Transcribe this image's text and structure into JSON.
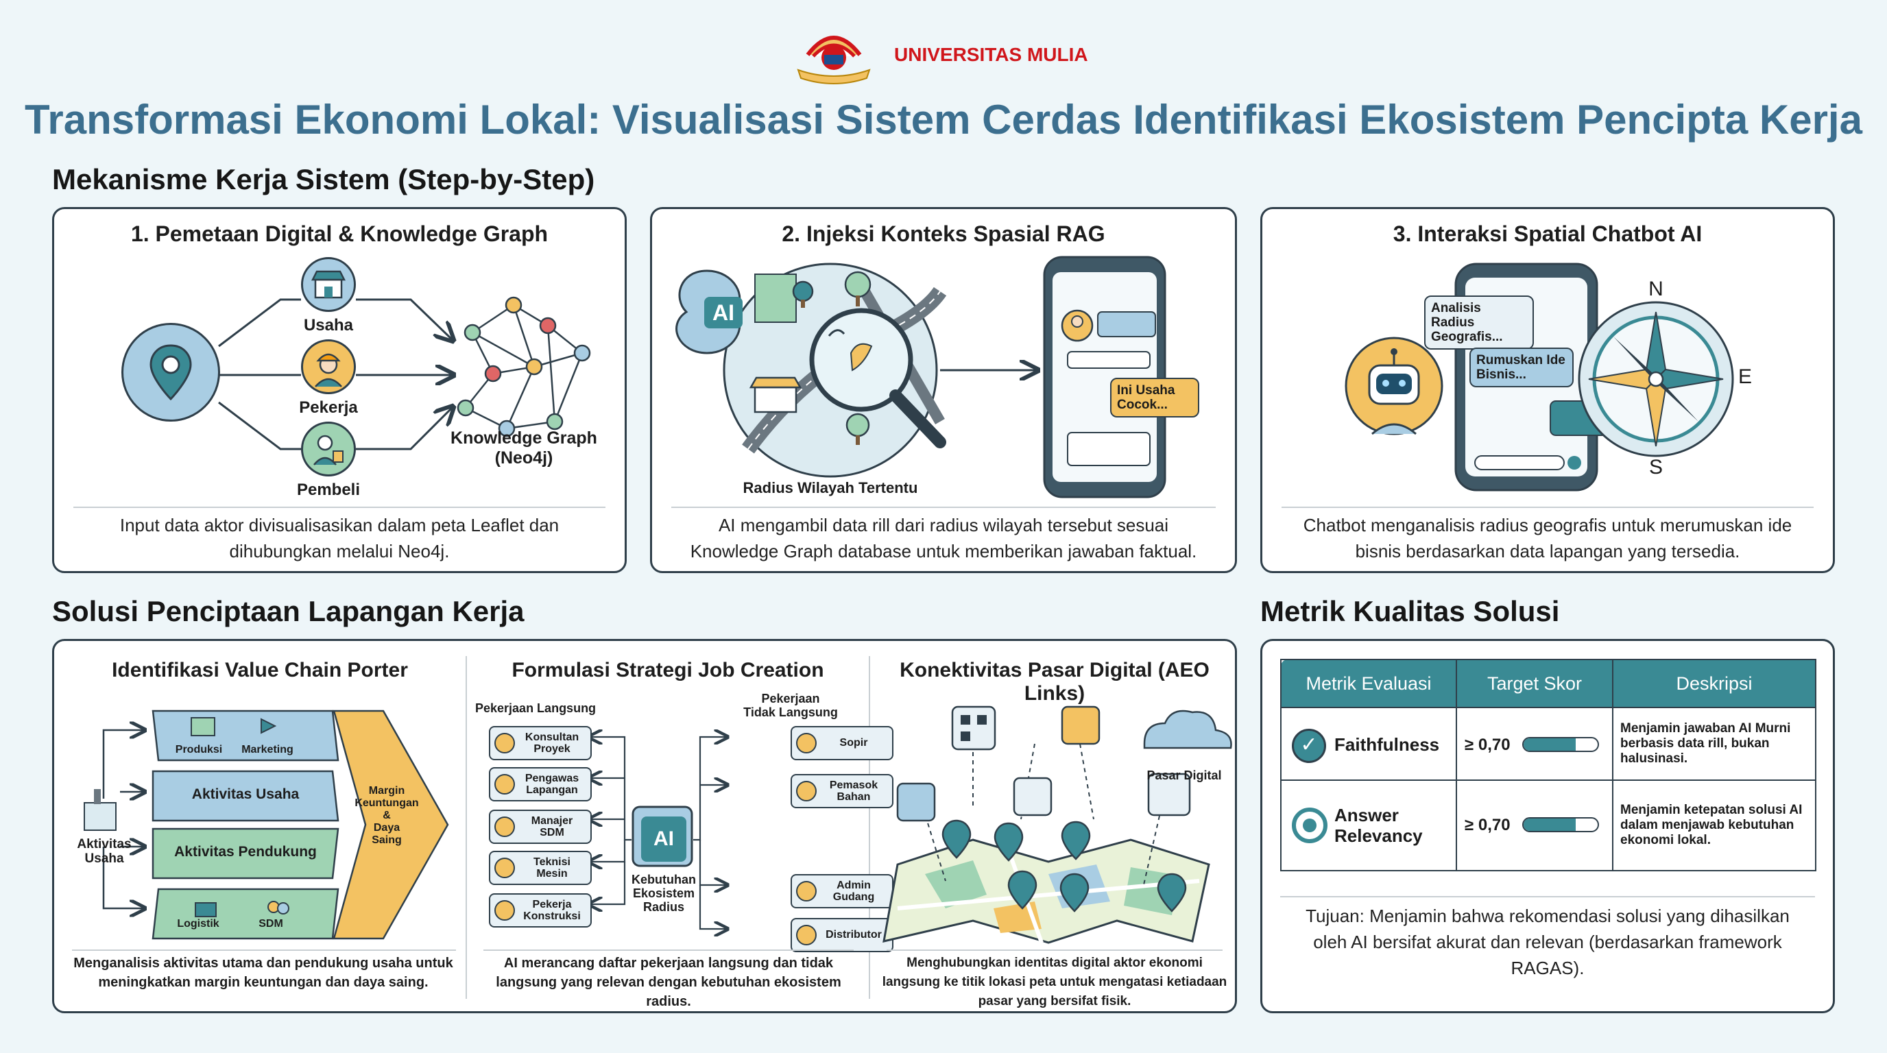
{
  "header": {
    "university": "UNIVERSITAS MULIA",
    "title": "Transformasi Ekonomi Lokal: Visualisasi Sistem Cerdas Identifikasi Ekosistem Pencipta Kerja"
  },
  "mechanism": {
    "section_title": "Mekanisme Kerja Sistem (Step-by-Step)",
    "step1": {
      "title": "1. Pemetaan Digital & Knowledge Graph",
      "actors": [
        "Usaha",
        "Pekerja",
        "Pembeli"
      ],
      "graph_label": "Knowledge Graph\n(Neo4j)",
      "desc": "Input data aktor divisualisasikan dalam peta Leaflet dan dihubungkan melalui Neo4j."
    },
    "step2": {
      "title": "2. Injeksi Konteks Spasial RAG",
      "ai_label": "AI",
      "radius_label": "Radius Wilayah Tertentu",
      "chat_bubble": "Ini Usaha\nCocok...",
      "desc": "AI mengambil data rill dari radius wilayah tersebut sesuai Knowledge Graph database untuk memberikan jawaban faktual."
    },
    "step3": {
      "title": "3. Interaksi Spatial Chatbot AI",
      "bubble1": "Analisis Radius\nGeografis...",
      "bubble2": "Rumuskan Ide\nBisnis...",
      "compass": {
        "n": "N",
        "e": "E",
        "s": "S"
      },
      "desc": "Chatbot menganalisis radius geografis untuk merumuskan ide bisnis berdasarkan data lapangan yang tersedia."
    }
  },
  "solutions": {
    "section_title": "Solusi Penciptaan Lapangan Kerja",
    "value_chain": {
      "title": "Identifikasi Value Chain Porter",
      "actor_label": "Aktivitas\nUsaha",
      "row1": [
        "Produksi",
        "Marketing"
      ],
      "row2": "Aktivitas Usaha",
      "row3": "Aktivitas Pendukung",
      "row4": [
        "Logistik",
        "SDM"
      ],
      "margin_label": "Margin\nKeuntungan\n&\nDaya\nSaing",
      "desc": "Menganalisis aktivitas utama dan pendukung usaha untuk meningkatkan margin keuntungan dan daya saing."
    },
    "job_creation": {
      "title": "Formulasi Strategi Job Creation",
      "direct_heading": "Pekerjaan Langsung",
      "indirect_heading": "Pekerjaan\nTidak Langsung",
      "direct_jobs": [
        "Konsultan\nProyek",
        "Pengawas\nLapangan",
        "Manajer\nSDM",
        "Teknisi\nMesin",
        "Pekerja\nKonstruksi"
      ],
      "indirect_jobs": [
        "Sopir",
        "Pemasok\nBahan",
        "Admin\nGudang",
        "Distributor"
      ],
      "center_chip": "AI",
      "center_label": "Kebutuhan\nEkosistem\nRadius",
      "desc": "AI merancang daftar pekerjaan langsung dan tidak langsung yang relevan dengan kebutuhan ekosistem radius."
    },
    "market": {
      "title": "Konektivitas Pasar Digital (AEO Links)",
      "cloud_label": "Pasar Digital",
      "desc": "Menghubungkan identitas digital aktor ekonomi langsung ke titik lokasi peta untuk mengatasi ketiadaan pasar yang bersifat fisik."
    }
  },
  "metrics": {
    "section_title": "Metrik Kualitas Solusi",
    "headers": [
      "Metrik Evaluasi",
      "Target Skor",
      "Deskripsi"
    ],
    "rows": [
      {
        "name": "Faithfulness",
        "target": "≥ 0,70",
        "fill": 0.7,
        "desc": "Menjamin jawaban AI Murni\nberbasis data rill, bukan halusinasi."
      },
      {
        "name": "Answer\nRelevancy",
        "target": "≥ 0,70",
        "fill": 0.7,
        "desc": "Menjamin ketepatan solusi AI dalam menjawab kebutuhan ekonomi lokal."
      }
    ],
    "note": "Tujuan: Menjamin bahwa rekomendasi solusi yang dihasilkan oleh AI bersifat akurat dan relevan (berdasarkan framework RAGAS)."
  },
  "colors": {
    "title": "#3c6f8f",
    "accent": "#3a8a94",
    "yellow": "#f3c262",
    "green": "#9fd3b3",
    "blue": "#a9cde3",
    "brand_red": "#d0161b"
  }
}
